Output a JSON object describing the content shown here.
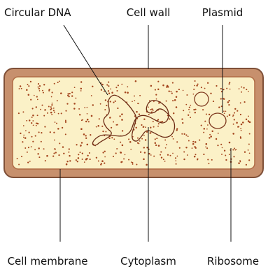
{
  "labels": {
    "circular_dna": "Circular DNA",
    "cell_wall": "Cell wall",
    "plasmid": "Plasmid",
    "cell_membrane": "Cell membrane",
    "cytoplasm": "Cytoplasm",
    "ribosome": "Ribosome"
  },
  "colors": {
    "cell_wall": "#c7906d",
    "cell_wall_outline": "#7f5038",
    "cytoplasm": "#fbf1c7",
    "membrane_outline": "#b06b45",
    "dna_strand": "#6b2a14",
    "ribosome": "#a4451d",
    "leader_line": "#111111",
    "label_text": "#111111"
  }
}
